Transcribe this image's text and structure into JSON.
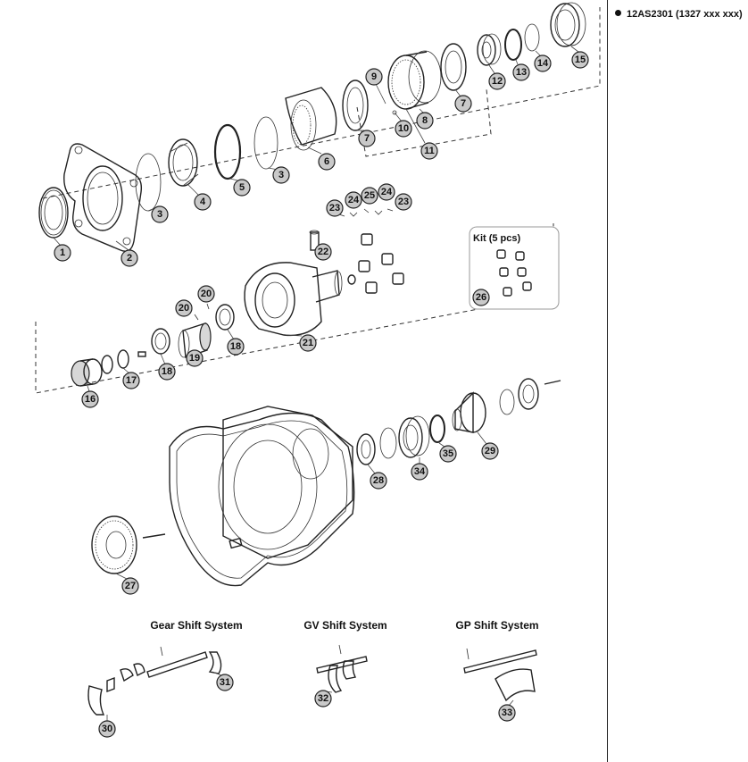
{
  "model": {
    "label": "12AS2301 (1327 xxx xxx)"
  },
  "kit": {
    "label": "Kit (5 pcs)"
  },
  "sections": {
    "gear_shift": "Gear Shift System",
    "gv_shift": "GV Shift System",
    "gp_shift": "GP Shift System"
  },
  "callouts": [
    "1",
    "2",
    "3",
    "3",
    "4",
    "5",
    "6",
    "7",
    "7",
    "8",
    "9",
    "10",
    "11",
    "12",
    "13",
    "14",
    "15",
    "16",
    "17",
    "18",
    "18",
    "19",
    "20",
    "20",
    "21",
    "22",
    "23",
    "23",
    "24",
    "24",
    "25",
    "26",
    "27",
    "28",
    "29",
    "30",
    "31",
    "32",
    "33",
    "34",
    "35"
  ]
}
